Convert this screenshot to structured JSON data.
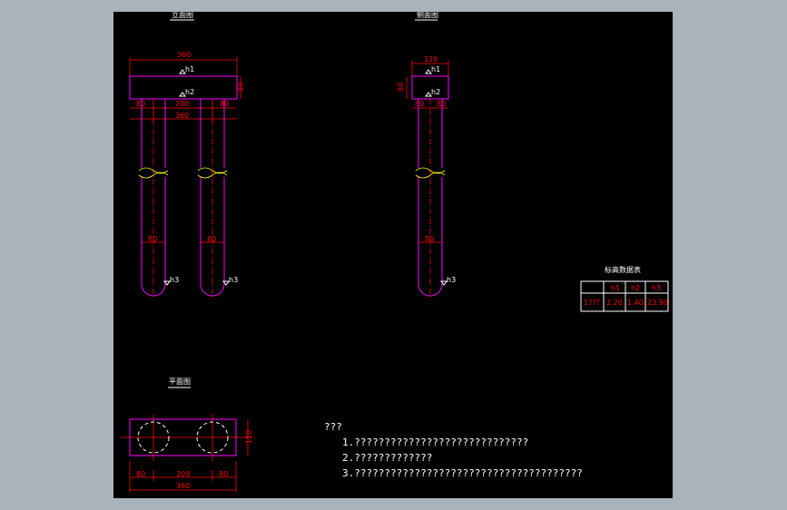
{
  "views": {
    "front_title": "立面图",
    "side_title": "侧面图",
    "plan_title": "平面图"
  },
  "front": {
    "dim_top": "360",
    "dim_beam_h": "80",
    "dim_left": "80",
    "dim_mid": "200",
    "dim_right": "80",
    "dim_total": "360",
    "pile_dia_left": "80",
    "pile_dia_right": "80",
    "label_h1": "h1",
    "label_h2": "h2",
    "label_h3_left": "h3",
    "label_h3_right": "h3"
  },
  "side": {
    "dim_top": "120",
    "dim_beam_h": "80",
    "dim_left": "80",
    "dim_right": "80",
    "pile_dia": "80",
    "label_h1": "h1",
    "label_h2": "h2",
    "label_h3": "h3"
  },
  "plan": {
    "dim_left": "80",
    "dim_mid": "200",
    "dim_right": "80",
    "dim_total": "360",
    "dim_width": "120"
  },
  "table": {
    "title": "标高数据表",
    "headers": [
      "",
      "h1",
      "h2",
      "h3"
    ],
    "row": [
      "1???",
      "2.20",
      "1.40",
      "23.90"
    ]
  },
  "notes": {
    "heading": "???",
    "line1": "1.?????????????????????????????",
    "line2": "2.?????????????",
    "line3": "3.??????????????????????????????????????"
  },
  "colors": {
    "background": "#000000",
    "magenta": "#ff00ff",
    "red": "#ff0000",
    "yellow": "#ffff00",
    "white": "#ffffff",
    "frame": "#aab2bb"
  }
}
